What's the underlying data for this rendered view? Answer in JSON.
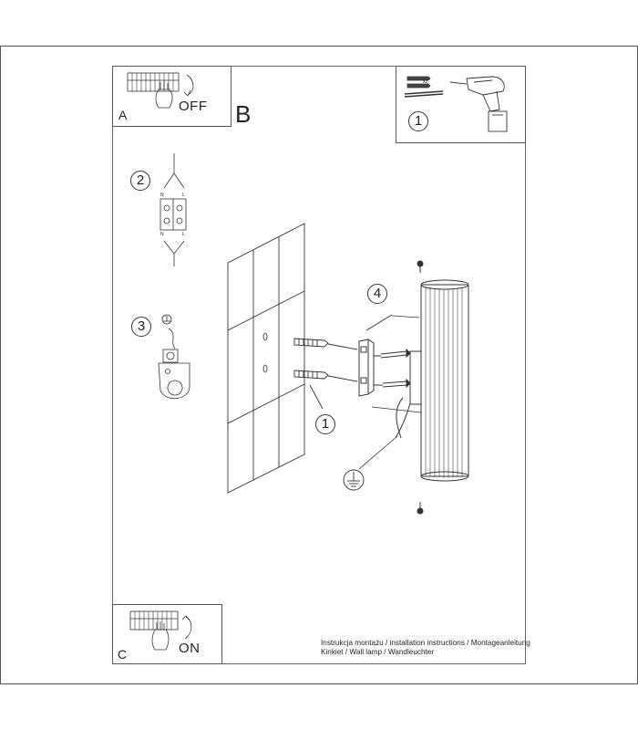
{
  "panels": {
    "a": {
      "letter": "A",
      "action": "OFF"
    },
    "b": {
      "letter": "B"
    },
    "c": {
      "letter": "C",
      "action": "ON"
    }
  },
  "steps": {
    "drill": "1",
    "wire": "2",
    "ground": "3",
    "mount": "4",
    "dowel": "1"
  },
  "parts": {
    "dowel_qty": "x2"
  },
  "wire_labels": {
    "n_top": "N",
    "l_top": "L",
    "n_bottom": "N",
    "l_bottom": "L"
  },
  "footer": {
    "line1": "Instrukcja montażu / installation instructions / Montageanleitung",
    "line2": "Kinkiet / Wall lamp / Wandleuchter"
  }
}
